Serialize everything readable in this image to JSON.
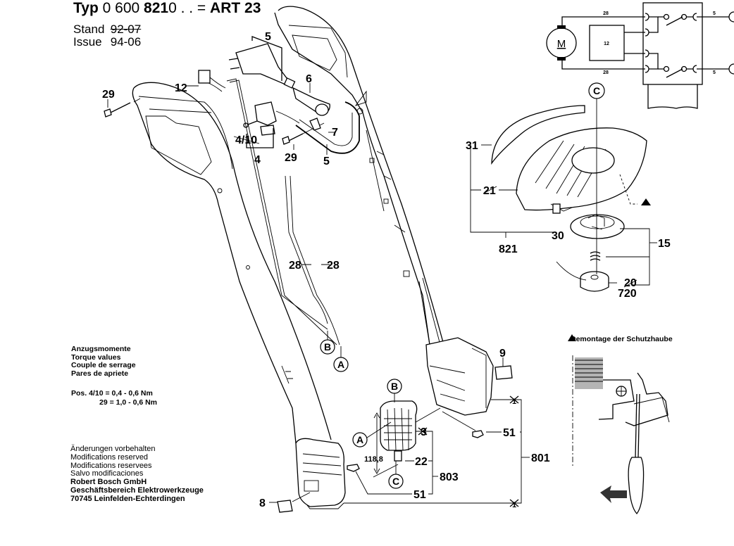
{
  "header": {
    "type_prefix": "Typ",
    "type_number_a": "0 600",
    "type_number_b": "821",
    "type_number_c": "0 . . =",
    "model": "ART 23",
    "stand_label": "Stand",
    "stand_value": "92-07",
    "issue_label": "Issue",
    "issue_value": "94-06"
  },
  "torque": {
    "lines": [
      "Anzugsmomente",
      "Torque values",
      "Couple de serrage",
      "Pares de apriete"
    ],
    "spec_1": "Pos. 4/10 = 0,4 - 0,6 Nm",
    "spec_2": "29 = 1,0 - 0,6 Nm"
  },
  "legal": {
    "lines": [
      "Änderungen vorbehalten",
      "Modifications reserved",
      "Modifications reservees",
      "Salvo modificaciones"
    ],
    "company": "Robert Bosch GmbH",
    "division": "Geschäftsbereich Elektrowerkzeuge",
    "address": "70745 Leinfelden-Echterdingen"
  },
  "detail_caption": "Demontage der Schutzhaube",
  "detail_marker_icon": "triangle-icon",
  "wiring": {
    "motor_label": "M",
    "capacitor_label": "12",
    "wire_top": "28",
    "wire_bottom": "28",
    "cable_top": "5",
    "cable_bottom": "5"
  },
  "callouts": {
    "c29a": "29",
    "c12": "12",
    "c5a": "5",
    "c6": "6",
    "c7": "7",
    "c410": "4/10",
    "c4": "4",
    "c29b": "29",
    "c5b": "5",
    "c28a": "28",
    "c28b": "28",
    "c31": "31",
    "c21": "21",
    "c30": "30",
    "c821": "821",
    "c15": "15",
    "c20": "20",
    "c720": "720",
    "c9": "9",
    "c51a": "51",
    "c801": "801",
    "c1a": "1",
    "c1b": "1",
    "c3": "3",
    "c22": "22",
    "c803": "803",
    "c51b": "51",
    "c8": "8",
    "dim": "118,8"
  },
  "connectors": {
    "A": "A",
    "B": "B",
    "C": "C"
  }
}
